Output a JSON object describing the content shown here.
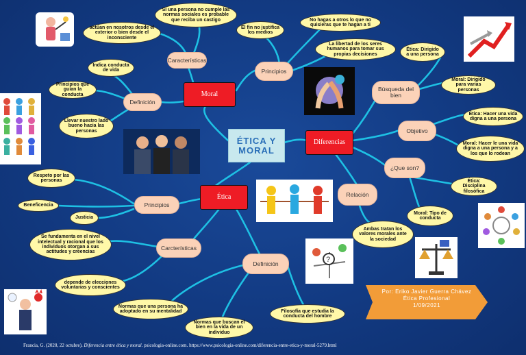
{
  "center": {
    "line1": "ÉTICA Y",
    "line2": "MORAL"
  },
  "moral": {
    "label": "Moral",
    "caracteristicas": "Características",
    "principios": "Principios",
    "definicion": "Definición",
    "notes": {
      "actuan": "actúan en nosotros desde el exterior o bien desde el inconsciente",
      "si_una_persona": "Si una persona no cumple las normas sociales es probable que reciba un castigo",
      "el_fin": "El fin no justifica los medios",
      "no_hagas": "No hagas a otros lo que no quisieras que te hagan a ti",
      "libertad": "La libertad de los seres humanos para tomar sus propias decisiones",
      "indica_conducta": "Indica conducta de vida",
      "principios_guian": "Principios que guían la conducta",
      "llevar_nuestro": "Llevar nuestro lado bueno hacia las personas"
    }
  },
  "diferencias": {
    "label": "Diferencias",
    "busqueda": "Búsqueda del bien",
    "objetivo": "Objetivo",
    "que_son": "¿Que son?",
    "relacion": "Relación",
    "notes": {
      "etica_dirigido": "Ética: Dirigido a una persona",
      "moral_dirigido": "Moral: Dirigido para varias personas",
      "etica_hacer": "Ética: Hacer una vida digna a una persona",
      "moral_hacer": "Moral: Hacer le una vida digna a una persona y a los que lo rodean",
      "etica_disciplina": "Ética: Disciplina filosófica",
      "moral_tipo": "Moral: Tipo de conducta",
      "ambas": "Ambas tratan los valores morales ante la sociedad"
    }
  },
  "etica": {
    "label": "Ética",
    "principios": "Principios",
    "caracteristicas": "Carcterísticas",
    "definicion": "Definición",
    "notes": {
      "respeto": "Respeto por las personas",
      "beneficencia": "Beneficencia",
      "justicia": "Justicia",
      "se_fundamenta": "Se fundamenta en el nivel intelectual y racional que los individuos otorgan a sus actitudes y creencias",
      "depende": "depende de elecciones voluntarias y conscientes",
      "normas_adoptado": "Normas que una persona ha adoptado en su mentalidad",
      "normas_buscan": "Normas que buscan el bien en la vida de un individuo",
      "filosofia": "Filosofía que estudia la conducta del hombre"
    }
  },
  "author": {
    "line1": "Por: Eriko Javier Guerra Chávez",
    "line2": "Ética Profesional",
    "line3": "1/09/2021"
  },
  "citation": {
    "prefix": "Francia, G. (2020, 22 octubre). ",
    "title": "Diferencia entre ética y moral",
    "suffix": ". psicologia-online.com. https://www.psicologia-online.com/diferencia-entre-etica-y-moral-5279.html"
  },
  "colors": {
    "background": "#123a82",
    "center": "#c8e8ee",
    "primary_node": "#ee1c25",
    "secondary_node": "#fbd2b8",
    "note": "#fff8a8",
    "connector": "#1ec1e4",
    "banner": "#f29c38"
  },
  "icons": [
    "teacher-pointing-icon",
    "direction-arrows-icon",
    "reaching-hands-icon",
    "business-team-icon",
    "tug-of-war-icon",
    "diverse-crowd-icon",
    "people-circle-icon",
    "scale-justice-icon",
    "question-balance-icon",
    "angel-devil-icon"
  ]
}
